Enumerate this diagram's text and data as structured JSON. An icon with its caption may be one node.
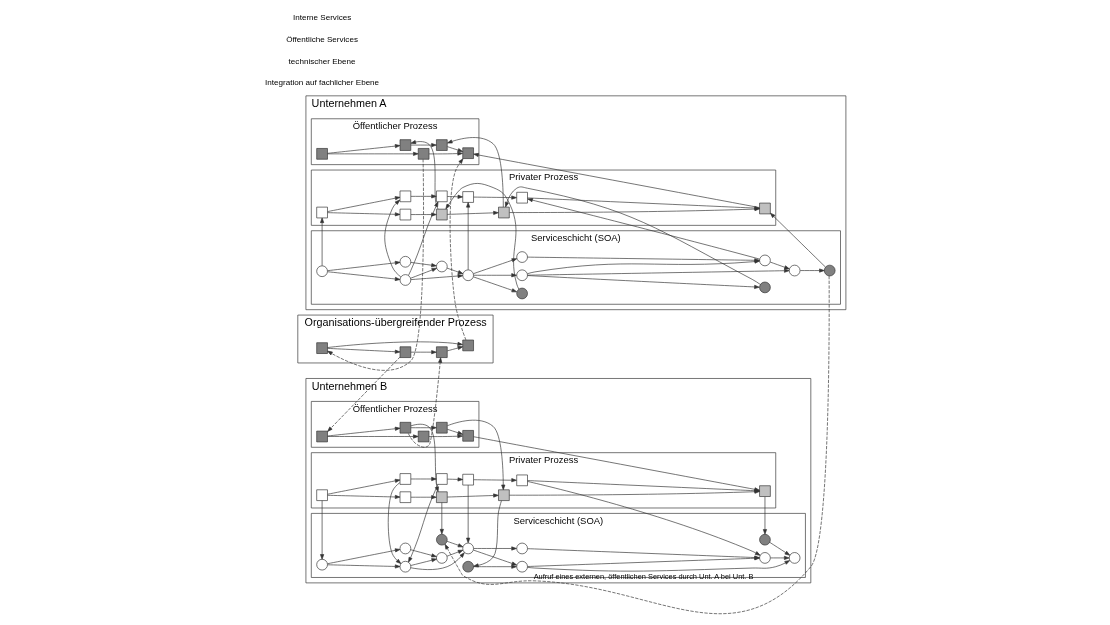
{
  "diagram": {
    "nodes": [
      {
        "text": [
          "Unternehmen A"
        ]
      },
      {
        "text": [
          "Öffentlicher Prozess"
        ],
        "in": 0
      },
      {
        "text": [],
        "shape": "box",
        "in": 1
      },
      {
        "text": [],
        "shape": "box",
        "in": 1
      },
      {
        "text": [],
        "shape": "box",
        "in": 1
      },
      {
        "text": [],
        "shape": "box",
        "in": 1
      },
      {
        "text": [],
        "shape": "box",
        "in": 1
      },
      {
        "text": [
          "Privater Prozess"
        ],
        "in": 0
      },
      {
        "text": [],
        "shape": "box",
        "in": 7
      },
      {
        "text": [],
        "shape": "box",
        "in": 7
      },
      {
        "text": [],
        "shape": "box",
        "in": 7
      },
      {
        "text": [],
        "shape": "box",
        "in": 7
      },
      {
        "text": [],
        "shape": "box",
        "in": 7
      },
      {
        "text": [],
        "shape": "box",
        "in": 7
      },
      {
        "text": [],
        "shape": "box",
        "in": 7
      },
      {
        "text": [],
        "shape": "box",
        "in": 7
      },
      {
        "text": [],
        "shape": "box",
        "in": 7
      },
      {
        "text": [
          "Serviceschicht (SOA)"
        ],
        "in": 0
      },
      {
        "text": [],
        "shape": "circle",
        "in": 17
      },
      {
        "text": [],
        "shape": "circle",
        "in": 17
      },
      {
        "text": [],
        "shape": "circle",
        "in": 17
      },
      {
        "text": [],
        "shape": "circle",
        "in": 17
      },
      {
        "text": [],
        "shape": "circle",
        "in": 17
      },
      {
        "text": [],
        "shape": "circle",
        "in": 17
      },
      {
        "text": [],
        "shape": "circle",
        "in": 17
      },
      {
        "text": [],
        "shape": "circle",
        "in": 17
      },
      {
        "text": [],
        "shape": "circle",
        "in": 17
      },
      {
        "text": [],
        "shape": "circle",
        "in": 17
      },
      {
        "text": [],
        "shape": "circle",
        "in": 17
      },
      {
        "text": [],
        "shape": "circle",
        "in": 17
      },
      {
        "text": [
          "Organisations-übergreifender Prozess"
        ]
      },
      {
        "text": [],
        "shape": "box",
        "in": 30
      },
      {
        "text": [],
        "shape": "box",
        "in": 30
      },
      {
        "text": [],
        "shape": "box",
        "in": 30
      },
      {
        "text": [],
        "shape": "box",
        "in": 30
      },
      {
        "text": [
          "Unternehmen B"
        ]
      },
      {
        "text": [
          "Öffentlicher Prozess"
        ],
        "in": 35
      },
      {
        "text": [],
        "shape": "box",
        "in": 36
      },
      {
        "text": [],
        "shape": "box",
        "in": 36
      },
      {
        "text": [],
        "shape": "box",
        "in": 36
      },
      {
        "text": [],
        "shape": "box",
        "in": 36
      },
      {
        "text": [],
        "shape": "box",
        "in": 36
      },
      {
        "text": [
          "Privater Prozess"
        ],
        "in": 35
      },
      {
        "text": [],
        "shape": "box",
        "in": 42
      },
      {
        "text": [],
        "shape": "box",
        "in": 42
      },
      {
        "text": [],
        "shape": "box",
        "in": 42
      },
      {
        "text": [],
        "shape": "box",
        "in": 42
      },
      {
        "text": [],
        "shape": "box",
        "in": 42
      },
      {
        "text": [],
        "shape": "box",
        "in": 42
      },
      {
        "text": [],
        "shape": "box",
        "in": 42
      },
      {
        "text": [],
        "shape": "box",
        "in": 42
      },
      {
        "text": [],
        "shape": "box",
        "in": 42
      },
      {
        "text": [
          "Serviceschicht (SOA)"
        ],
        "in": 35
      },
      {
        "text": [],
        "shape": "circle",
        "in": 52
      },
      {
        "text": [],
        "shape": "circle",
        "in": 52
      },
      {
        "text": [],
        "shape": "circle",
        "in": 52
      },
      {
        "text": [],
        "shape": "circle",
        "in": 52
      },
      {
        "text": [],
        "shape": "circle",
        "in": 52
      },
      {
        "text": [],
        "shape": "circle",
        "in": 52
      },
      {
        "text": [],
        "shape": "circle",
        "in": 52
      },
      {
        "text": [],
        "shape": "circle",
        "in": 52
      },
      {
        "text": [],
        "shape": "circle",
        "in": 52
      },
      {
        "text": [],
        "shape": "circle",
        "in": 52
      },
      {
        "text": [],
        "shape": "circle",
        "in": 52
      },
      {
        "text": [],
        "shape": "circle",
        "in": 52
      }
    ],
    "edges": [
      {
        "from": 2,
        "to": 3,
        "arrow": "to"
      },
      {
        "from": 2,
        "to": 4,
        "arrow": "to"
      },
      {
        "from": 4,
        "to": 5,
        "arrow": "to"
      },
      {
        "from": 5,
        "to": 6,
        "arrow": "to"
      },
      {
        "from": 3,
        "to": 6,
        "arrow": "to"
      },
      {
        "from": 8,
        "to": 9,
        "arrow": "to"
      },
      {
        "from": 9,
        "to": 10,
        "arrow": "to"
      },
      {
        "from": 10,
        "to": 11,
        "arrow": "to"
      },
      {
        "from": 11,
        "to": 12,
        "arrow": "to"
      },
      {
        "from": 8,
        "to": 13,
        "arrow": "to"
      },
      {
        "from": 13,
        "to": 14,
        "arrow": "to"
      },
      {
        "from": 14,
        "to": 15,
        "arrow": "to"
      },
      {
        "from": 15,
        "to": 16,
        "arrow": "to"
      },
      {
        "from": 16,
        "to": 12,
        "arrow": "to"
      },
      {
        "from": 10,
        "to": 4,
        "arrow": "to"
      },
      {
        "from": 11,
        "to": 5,
        "arrow": "to"
      },
      {
        "from": 12,
        "to": 6,
        "arrow": "to"
      },
      {
        "from": 21,
        "to": 22,
        "arrow": "to"
      },
      {
        "from": 22,
        "to": 23,
        "arrow": "to"
      },
      {
        "from": 23,
        "to": 24,
        "arrow": "to"
      },
      {
        "from": 24,
        "to": 25,
        "arrow": "to"
      },
      {
        "from": 21,
        "to": 26,
        "arrow": "to"
      },
      {
        "from": 26,
        "to": 27,
        "arrow": "to"
      },
      {
        "from": 22,
        "to": 27,
        "arrow": "to"
      },
      {
        "from": 27,
        "to": 23,
        "arrow": "to"
      },
      {
        "from": 23,
        "to": 28,
        "arrow": "to"
      },
      {
        "from": 28,
        "to": 29,
        "arrow": "to"
      },
      {
        "from": 24,
        "to": 29,
        "arrow": "to"
      },
      {
        "from": 29,
        "to": 25,
        "arrow": "to"
      },
      {
        "from": 23,
        "to": 18,
        "arrow": "to"
      },
      {
        "from": 24,
        "to": 19,
        "arrow": "to"
      },
      {
        "from": 25,
        "to": 20,
        "arrow": "to"
      },
      {
        "from": 21,
        "to": 8,
        "arrow": "to"
      },
      {
        "from": 22,
        "to": 13,
        "arrow": "to"
      },
      {
        "from": 22,
        "to": 14,
        "arrow": "to"
      },
      {
        "from": 18,
        "to": 10,
        "arrow": "to"
      },
      {
        "from": 23,
        "to": 15,
        "arrow": "to"
      },
      {
        "from": 19,
        "to": 11,
        "arrow": "to"
      },
      {
        "from": 29,
        "to": 16,
        "arrow": "to"
      },
      {
        "from": 20,
        "to": 12,
        "arrow": "to"
      },
      {
        "from": 31,
        "to": 32,
        "arrow": "to"
      },
      {
        "from": 31,
        "to": 33,
        "arrow": "to"
      },
      {
        "from": 32,
        "to": 34,
        "arrow": "to"
      },
      {
        "from": 34,
        "to": 33,
        "arrow": "to"
      },
      {
        "from": 3,
        "to": 31,
        "arrow": "to",
        "style": "dashed"
      },
      {
        "from": 33,
        "to": 6,
        "arrow": "to",
        "style": "dashed"
      },
      {
        "from": 32,
        "to": 37,
        "arrow": "to",
        "style": "dashed"
      },
      {
        "from": 40,
        "to": 34,
        "arrow": "to",
        "style": "dashed"
      },
      {
        "from": 37,
        "to": 38,
        "arrow": "to"
      },
      {
        "from": 38,
        "to": 39,
        "arrow": "to"
      },
      {
        "from": 37,
        "to": 40,
        "arrow": "to"
      },
      {
        "from": 40,
        "to": 41,
        "arrow": "to"
      },
      {
        "from": 41,
        "to": 39,
        "arrow": "to"
      },
      {
        "from": 43,
        "to": 44,
        "arrow": "to"
      },
      {
        "from": 44,
        "to": 45,
        "arrow": "to"
      },
      {
        "from": 45,
        "to": 46,
        "arrow": "to"
      },
      {
        "from": 46,
        "to": 47,
        "arrow": "to"
      },
      {
        "from": 43,
        "to": 48,
        "arrow": "to"
      },
      {
        "from": 48,
        "to": 49,
        "arrow": "to"
      },
      {
        "from": 49,
        "to": 50,
        "arrow": "to"
      },
      {
        "from": 50,
        "to": 51,
        "arrow": "to"
      },
      {
        "from": 51,
        "to": 47,
        "arrow": "to"
      },
      {
        "from": 40,
        "to": 45,
        "arrow": "to"
      },
      {
        "from": 41,
        "to": 46,
        "arrow": "to"
      },
      {
        "from": 39,
        "to": 47,
        "arrow": "to"
      },
      {
        "from": 53,
        "to": 58,
        "arrow": "to"
      },
      {
        "from": 54,
        "to": 59,
        "arrow": "to"
      },
      {
        "from": 55,
        "to": 60,
        "arrow": "to"
      },
      {
        "from": 56,
        "to": 57,
        "arrow": "to"
      },
      {
        "from": 57,
        "to": 58,
        "arrow": "to"
      },
      {
        "from": 58,
        "to": 59,
        "arrow": "to"
      },
      {
        "from": 59,
        "to": 60,
        "arrow": "to"
      },
      {
        "from": 56,
        "to": 61,
        "arrow": "to"
      },
      {
        "from": 61,
        "to": 62,
        "arrow": "to"
      },
      {
        "from": 57,
        "to": 62,
        "arrow": "to"
      },
      {
        "from": 62,
        "to": 58,
        "arrow": "to"
      },
      {
        "from": 58,
        "to": 63,
        "arrow": "to"
      },
      {
        "from": 63,
        "to": 64,
        "arrow": "to"
      },
      {
        "from": 59,
        "to": 64,
        "arrow": "to"
      },
      {
        "from": 64,
        "to": 60,
        "arrow": "to"
      },
      {
        "from": 43,
        "to": 56,
        "arrow": "to"
      },
      {
        "from": 48,
        "to": 57,
        "arrow": "to"
      },
      {
        "from": 49,
        "to": 57,
        "arrow": "to"
      },
      {
        "from": 45,
        "to": 53,
        "arrow": "to"
      },
      {
        "from": 50,
        "to": 58,
        "arrow": "to"
      },
      {
        "from": 46,
        "to": 54,
        "arrow": "to"
      },
      {
        "from": 51,
        "to": 64,
        "arrow": "to"
      },
      {
        "from": 47,
        "to": 55,
        "arrow": "to"
      },
      {
        "from": 20,
        "to": 53,
        "arrow": "to",
        "style": "dashed",
        "label": "Aufruf eines externen, öffentlichen Services durch Unt. A bei Unt. B"
      }
    ],
    "labels": [
      "Integration auf fachlicher Ebene",
      "technischer Ebene",
      "Öffentliche Services",
      "Interne Services"
    ]
  }
}
